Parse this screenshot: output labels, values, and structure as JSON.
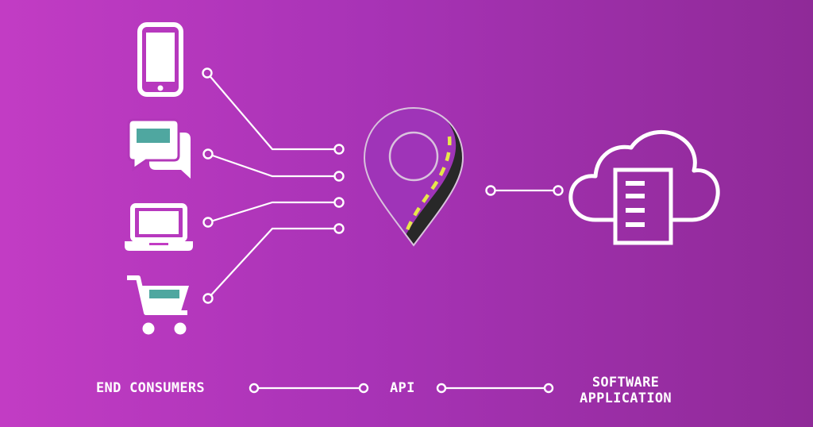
{
  "labels": {
    "end_consumers": "END CONSUMERS",
    "api": "API",
    "software_line1": "SOFTWARE",
    "software_line2": "APPLICATION"
  },
  "icons": {
    "consumers": [
      "smartphone-icon",
      "chat-bubbles-icon",
      "laptop-icon",
      "shopping-cart-icon"
    ],
    "api": "map-pin-road-icon",
    "software": "cloud-server-icon"
  },
  "colors": {
    "background_left": "#c23cc4",
    "background_right": "#8f2a98",
    "line": "#ffffff",
    "accent_teal": "#4fa7a0",
    "pin_dark": "#282828",
    "pin_purple": "#9f34b8",
    "road_dash": "#e6e84a"
  }
}
